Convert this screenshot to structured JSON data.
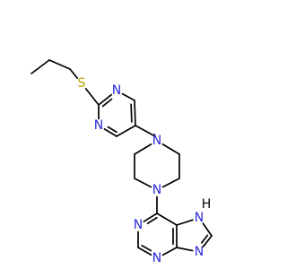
{
  "molecule": {
    "colors": {
      "bond": "#000000",
      "N": "#2a2ad8",
      "S": "#b8a000"
    },
    "atoms": [
      {
        "id": "C1",
        "element": "C",
        "label": ""
      },
      {
        "id": "C2",
        "element": "C",
        "label": ""
      },
      {
        "id": "C3",
        "element": "C",
        "label": ""
      },
      {
        "id": "S1",
        "element": "S",
        "label": "S"
      },
      {
        "id": "Cp1",
        "element": "C",
        "label": ""
      },
      {
        "id": "N1",
        "element": "N",
        "label": "N"
      },
      {
        "id": "Cp2",
        "element": "C",
        "label": ""
      },
      {
        "id": "Cp3",
        "element": "C",
        "label": ""
      },
      {
        "id": "Cp4",
        "element": "C",
        "label": ""
      },
      {
        "id": "N2",
        "element": "N",
        "label": "N"
      },
      {
        "id": "CH2",
        "element": "C",
        "label": ""
      },
      {
        "id": "Npz1",
        "element": "N",
        "label": "N"
      },
      {
        "id": "Cz1",
        "element": "C",
        "label": ""
      },
      {
        "id": "Cz2",
        "element": "C",
        "label": ""
      },
      {
        "id": "Npz2",
        "element": "N",
        "label": "N"
      },
      {
        "id": "Cz3",
        "element": "C",
        "label": ""
      },
      {
        "id": "Cz4",
        "element": "C",
        "label": ""
      },
      {
        "id": "C6",
        "element": "C",
        "label": ""
      },
      {
        "id": "N1u",
        "element": "N",
        "label": "N"
      },
      {
        "id": "C2u",
        "element": "C",
        "label": ""
      },
      {
        "id": "N3u",
        "element": "N",
        "label": "N"
      },
      {
        "id": "C4u",
        "element": "C",
        "label": ""
      },
      {
        "id": "C5u",
        "element": "C",
        "label": ""
      },
      {
        "id": "N7",
        "element": "N",
        "label": "N"
      },
      {
        "id": "H7",
        "element": "H",
        "label": "H"
      },
      {
        "id": "C8",
        "element": "C",
        "label": ""
      },
      {
        "id": "N9",
        "element": "N",
        "label": "N"
      }
    ],
    "bonds": [
      {
        "a": "C1",
        "b": "C2",
        "order": 1
      },
      {
        "a": "C2",
        "b": "C3",
        "order": 1
      },
      {
        "a": "C3",
        "b": "S1",
        "order": 1
      },
      {
        "a": "S1",
        "b": "Cp1",
        "order": 1
      },
      {
        "a": "Cp1",
        "b": "N1",
        "order": 2
      },
      {
        "a": "N1",
        "b": "Cp2",
        "order": 1
      },
      {
        "a": "Cp2",
        "b": "Cp3",
        "order": 2
      },
      {
        "a": "Cp3",
        "b": "Cp4",
        "order": 1
      },
      {
        "a": "Cp4",
        "b": "N2",
        "order": 2
      },
      {
        "a": "N2",
        "b": "Cp1",
        "order": 1
      },
      {
        "a": "Cp3",
        "b": "CH2",
        "order": 1
      },
      {
        "a": "CH2",
        "b": "Npz1",
        "order": 1
      },
      {
        "a": "Npz1",
        "b": "Cz1",
        "order": 1
      },
      {
        "a": "Cz1",
        "b": "Cz2",
        "order": 1
      },
      {
        "a": "Cz2",
        "b": "Npz2",
        "order": 1
      },
      {
        "a": "Npz2",
        "b": "Cz3",
        "order": 1
      },
      {
        "a": "Cz3",
        "b": "Cz4",
        "order": 1
      },
      {
        "a": "Cz4",
        "b": "Npz1",
        "order": 1
      },
      {
        "a": "Npz2",
        "b": "C6",
        "order": 1
      },
      {
        "a": "C6",
        "b": "N1u",
        "order": 2
      },
      {
        "a": "N1u",
        "b": "C2u",
        "order": 1
      },
      {
        "a": "C2u",
        "b": "N3u",
        "order": 2
      },
      {
        "a": "N3u",
        "b": "C4u",
        "order": 1
      },
      {
        "a": "C4u",
        "b": "C5u",
        "order": 2
      },
      {
        "a": "C5u",
        "b": "C6",
        "order": 1
      },
      {
        "a": "C5u",
        "b": "N7",
        "order": 1
      },
      {
        "a": "N7",
        "b": "C8",
        "order": 1
      },
      {
        "a": "C8",
        "b": "N9",
        "order": 2
      },
      {
        "a": "N9",
        "b": "C4u",
        "order": 1
      }
    ]
  }
}
